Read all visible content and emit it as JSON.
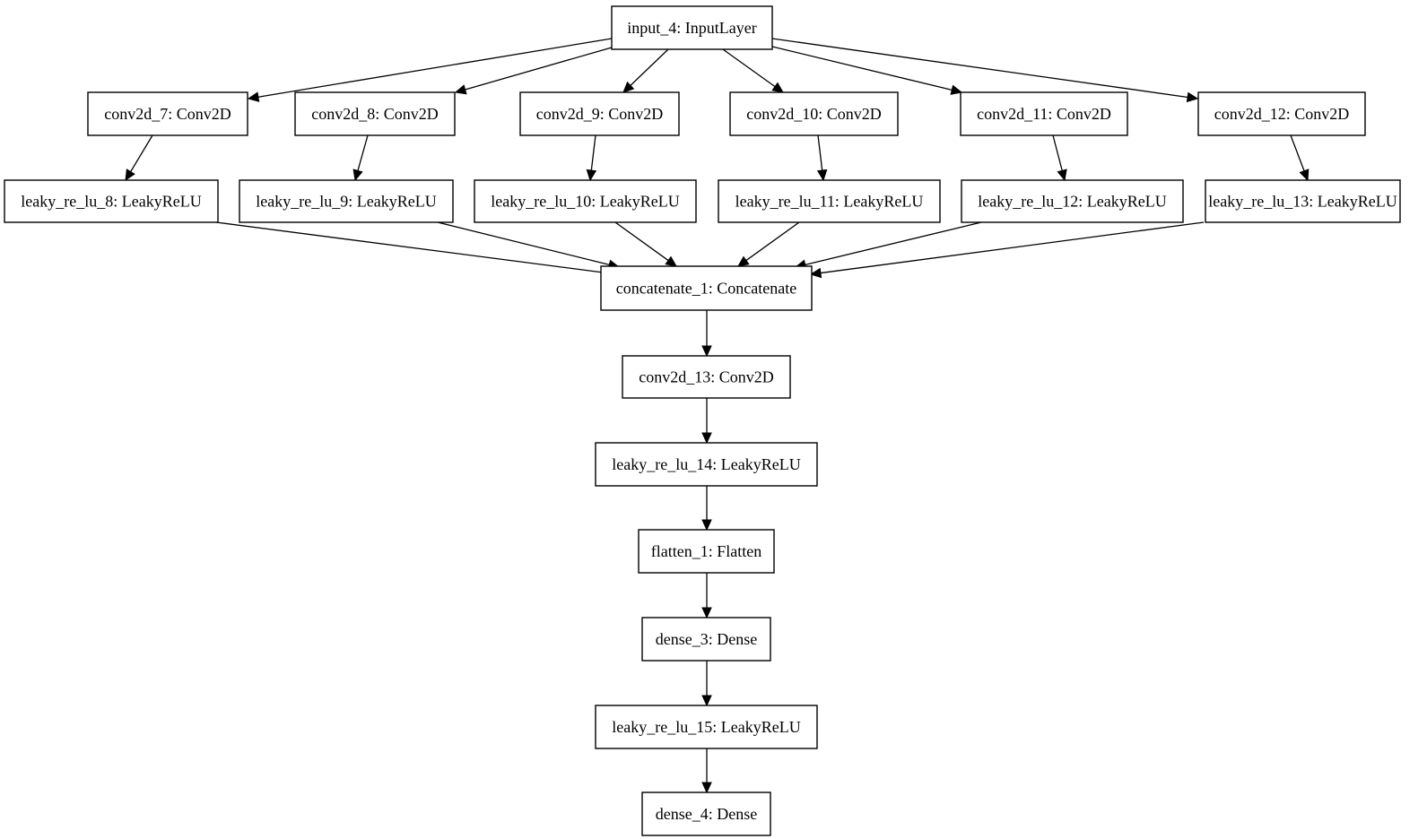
{
  "nodes": [
    {
      "id": "input_4",
      "label": "input_4: InputLayer"
    },
    {
      "id": "conv2d_7",
      "label": "conv2d_7: Conv2D"
    },
    {
      "id": "conv2d_8",
      "label": "conv2d_8: Conv2D"
    },
    {
      "id": "conv2d_9",
      "label": "conv2d_9: Conv2D"
    },
    {
      "id": "conv2d_10",
      "label": "conv2d_10: Conv2D"
    },
    {
      "id": "conv2d_11",
      "label": "conv2d_11: Conv2D"
    },
    {
      "id": "conv2d_12",
      "label": "conv2d_12: Conv2D"
    },
    {
      "id": "leaky_re_lu_8",
      "label": "leaky_re_lu_8: LeakyReLU"
    },
    {
      "id": "leaky_re_lu_9",
      "label": "leaky_re_lu_9: LeakyReLU"
    },
    {
      "id": "leaky_re_lu_10",
      "label": "leaky_re_lu_10: LeakyReLU"
    },
    {
      "id": "leaky_re_lu_11",
      "label": "leaky_re_lu_11: LeakyReLU"
    },
    {
      "id": "leaky_re_lu_12",
      "label": "leaky_re_lu_12: LeakyReLU"
    },
    {
      "id": "leaky_re_lu_13",
      "label": "leaky_re_lu_13: LeakyReLU"
    },
    {
      "id": "concatenate_1",
      "label": "concatenate_1: Concatenate"
    },
    {
      "id": "conv2d_13",
      "label": "conv2d_13: Conv2D"
    },
    {
      "id": "leaky_re_lu_14",
      "label": "leaky_re_lu_14: LeakyReLU"
    },
    {
      "id": "flatten_1",
      "label": "flatten_1: Flatten"
    },
    {
      "id": "dense_3",
      "label": "dense_3: Dense"
    },
    {
      "id": "leaky_re_lu_15",
      "label": "leaky_re_lu_15: LeakyReLU"
    },
    {
      "id": "dense_4",
      "label": "dense_4: Dense"
    }
  ],
  "edges": [
    [
      "input_4",
      "conv2d_7"
    ],
    [
      "input_4",
      "conv2d_8"
    ],
    [
      "input_4",
      "conv2d_9"
    ],
    [
      "input_4",
      "conv2d_10"
    ],
    [
      "input_4",
      "conv2d_11"
    ],
    [
      "input_4",
      "conv2d_12"
    ],
    [
      "conv2d_7",
      "leaky_re_lu_8"
    ],
    [
      "conv2d_8",
      "leaky_re_lu_9"
    ],
    [
      "conv2d_9",
      "leaky_re_lu_10"
    ],
    [
      "conv2d_10",
      "leaky_re_lu_11"
    ],
    [
      "conv2d_11",
      "leaky_re_lu_12"
    ],
    [
      "conv2d_12",
      "leaky_re_lu_13"
    ],
    [
      "leaky_re_lu_8",
      "concatenate_1"
    ],
    [
      "leaky_re_lu_9",
      "concatenate_1"
    ],
    [
      "leaky_re_lu_10",
      "concatenate_1"
    ],
    [
      "leaky_re_lu_11",
      "concatenate_1"
    ],
    [
      "leaky_re_lu_12",
      "concatenate_1"
    ],
    [
      "leaky_re_lu_13",
      "concatenate_1"
    ],
    [
      "concatenate_1",
      "conv2d_13"
    ],
    [
      "conv2d_13",
      "leaky_re_lu_14"
    ],
    [
      "leaky_re_lu_14",
      "flatten_1"
    ],
    [
      "flatten_1",
      "dense_3"
    ],
    [
      "dense_3",
      "leaky_re_lu_15"
    ],
    [
      "leaky_re_lu_15",
      "dense_4"
    ]
  ]
}
